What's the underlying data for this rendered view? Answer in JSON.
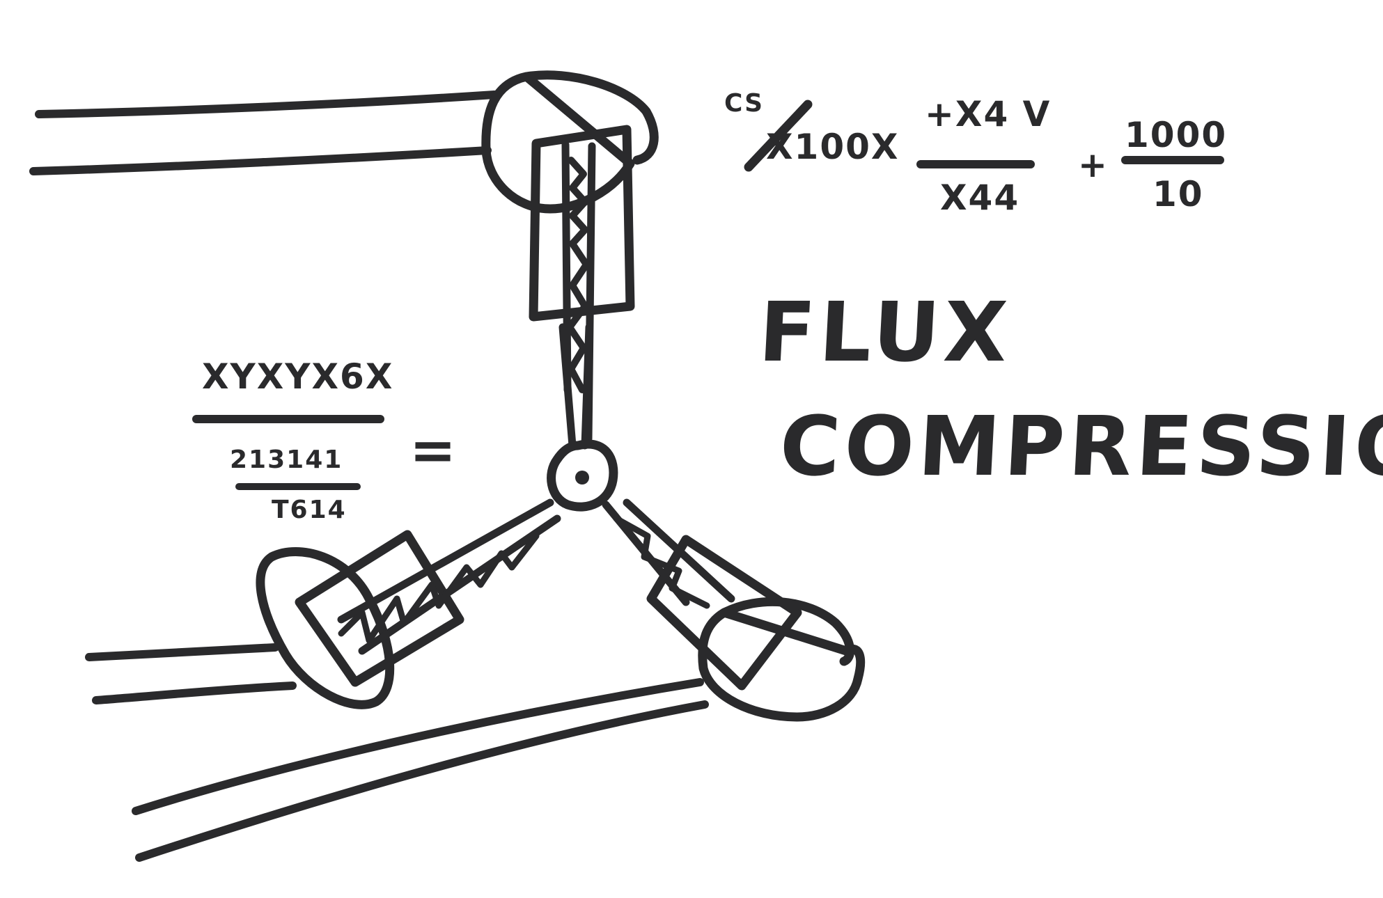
{
  "diagram": {
    "title_lines": [
      "FLUX",
      "COMPRESSION"
    ],
    "equation_top": {
      "prefix_super": "CS",
      "prefix": "X100X",
      "fraction_1": {
        "numerator": "+X4 V",
        "denominator": "X44"
      },
      "operator": "+",
      "fraction_2": {
        "numerator": "1000",
        "denominator": "10"
      }
    },
    "equation_left": {
      "numerator": "XYXYX6X",
      "denominator_fraction": {
        "numerator": "213141",
        "denominator": "T614"
      },
      "operator": "="
    },
    "components": [
      {
        "id": "top-electrode",
        "shape": "bulb-with-rectangular-housing",
        "orientation": "vertical"
      },
      {
        "id": "left-electrode",
        "shape": "bulb-with-rectangular-housing",
        "orientation": "lower-left"
      },
      {
        "id": "right-electrode",
        "shape": "bulb-with-rectangular-housing",
        "orientation": "lower-right"
      },
      {
        "id": "central-hub",
        "shape": "ring-with-dot"
      }
    ],
    "connectors": [
      "zigzag-rod-top",
      "zigzag-rod-left",
      "zigzag-rod-right"
    ],
    "cables": [
      "top-cable-pair",
      "left-cable-pair",
      "bottom-cable-pair"
    ],
    "ink_color": "#2a2a2c",
    "paper_color": "#ffffff"
  }
}
